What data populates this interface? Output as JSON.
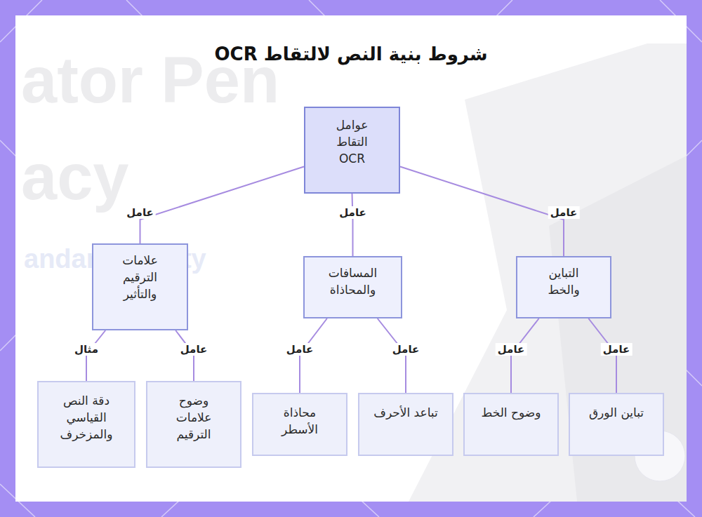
{
  "diagram": {
    "title": "شروط بنية النص لالتقاط OCR",
    "nodes": [
      {
        "text": [
          "عوامل التقاط OCR"
        ]
      },
      {
        "text": [
          "التباين والخط"
        ]
      },
      {
        "text": [
          "المسافات والمحاذاة"
        ]
      },
      {
        "text": [
          "علامات الترقيم والتأثير"
        ]
      },
      {
        "text": [
          "تباين الورق"
        ]
      },
      {
        "text": [
          "وضوح الخط"
        ]
      },
      {
        "text": [
          "تباعد الأحرف"
        ]
      },
      {
        "text": [
          "محاذاة الأسطر"
        ]
      },
      {
        "text": [
          "وضوح علامات الترقيم"
        ]
      },
      {
        "text": [
          "دقة النص القياسي والمزخرف"
        ]
      }
    ],
    "edges": [
      {
        "from": 0,
        "to": 1,
        "arrow": "none",
        "label": "عامل"
      },
      {
        "from": 0,
        "to": 2,
        "arrow": "none",
        "label": "عامل"
      },
      {
        "from": 0,
        "to": 3,
        "arrow": "none",
        "label": "عامل"
      },
      {
        "from": 1,
        "to": 4,
        "arrow": "none",
        "label": "عامل"
      },
      {
        "from": 1,
        "to": 5,
        "arrow": "none",
        "label": "عامل"
      },
      {
        "from": 2,
        "to": 6,
        "arrow": "none",
        "label": "عامل"
      },
      {
        "from": 2,
        "to": 7,
        "arrow": "none",
        "label": "عامل"
      },
      {
        "from": 3,
        "to": 8,
        "arrow": "none",
        "label": "عامل"
      },
      {
        "from": 3,
        "to": 9,
        "arrow": "none",
        "label": "مثال"
      }
    ],
    "labels": [
      "ator Pen",
      "acy",
      "andard quality"
    ]
  }
}
